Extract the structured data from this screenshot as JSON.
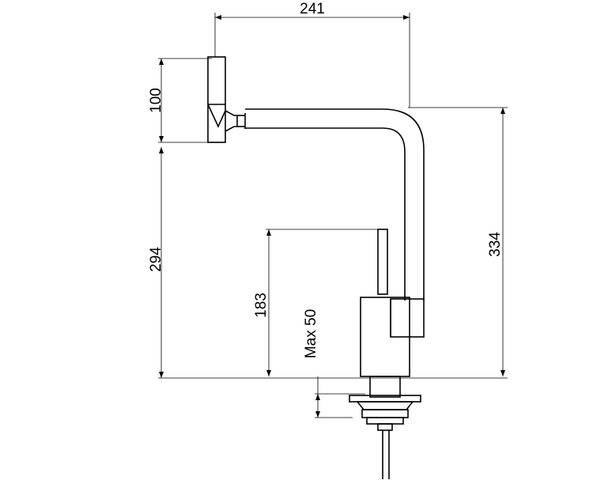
{
  "drawing": {
    "dimensions": {
      "width_total": "241",
      "head_height": "100",
      "handle_axis_height": "294",
      "outlet_height": "334",
      "lever_height": "183",
      "max_deck_thickness": "Max 50"
    }
  },
  "colors": {
    "line": "#000000",
    "background": "#ffffff"
  }
}
